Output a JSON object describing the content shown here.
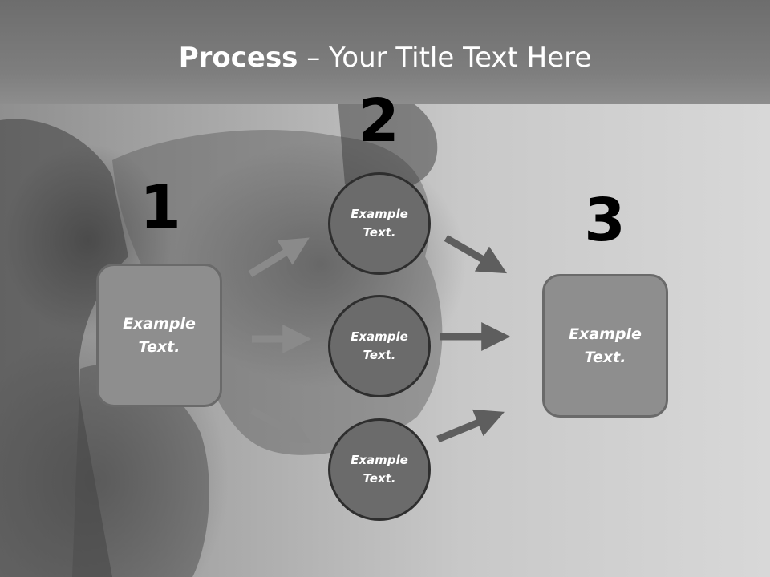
{
  "title": {
    "bold": "Process",
    "rest": " – Your Title Text Here"
  },
  "steps": {
    "one": {
      "number": "1",
      "text": "Example Text."
    },
    "two": {
      "number": "2",
      "circles": [
        {
          "text": "Example Text."
        },
        {
          "text": "Example Text."
        },
        {
          "text": "Example Text."
        }
      ]
    },
    "three": {
      "number": "3",
      "text": "Example Text."
    }
  },
  "colors": {
    "title_band": "#7a7a7a",
    "box_fill": "#8e8e8e",
    "circle_fill": "#6b6b6b",
    "arrow_light": "#8a8a8a",
    "arrow_dark": "#5e5e5e"
  }
}
